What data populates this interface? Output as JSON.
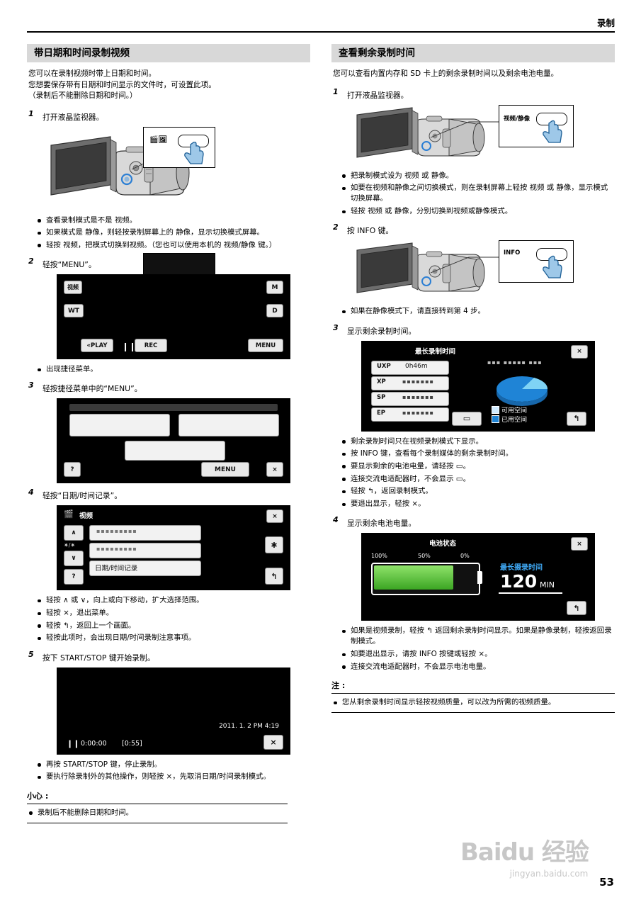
{
  "header": {
    "title": "录制",
    "page_number": "53"
  },
  "left": {
    "section_title": "带日期和时间录制视频",
    "intro": [
      "您可以在录制视频时带上日期和时间。",
      "您想要保存带有日期和时间显示的文件时，可设置此项。",
      "（录制后不能删除日期和时间。）"
    ],
    "steps": [
      {
        "num": "1",
        "text": "打开液晶监视器。"
      },
      {
        "num": "2",
        "text": "轻按“MENU”。"
      },
      {
        "num": "3",
        "text": "轻按捷径菜单中的“MENU”。"
      },
      {
        "num": "4",
        "text": "轻按“日期/时间记录”。"
      },
      {
        "num": "5",
        "text": "按下 START/STOP 键开始录制。"
      }
    ],
    "bullets_after_1": [
      "查看录制模式是不是 视频。",
      "如果模式是 静像，则轻按录制屏幕上的 静像，显示切换模式屏幕。",
      "轻按 视频，把模式切换到视频。（您也可以使用本机的 视频/静像 键。）"
    ],
    "bullets_after_2": [
      "出现捷径菜单。"
    ],
    "bullets_after_4": [
      "轻按 ∧ 或 ∨，向上或向下移动，扩大选择范围。",
      "轻按 ×，退出菜单。",
      "轻按 ↰，返回上一个画面。",
      "轻按此项时，会出现日期/时间录制注意事项。"
    ],
    "bullets_after_5": [
      "再按 START/STOP 键，停止录制。",
      "要执行除录制外的其他操作，则轻按 ×，先取消日期/时间录制模式。"
    ],
    "caution_head": "小心 :",
    "caution_items": [
      "录制后不能删除日期和时间。"
    ],
    "screen2": {
      "icon_video": "视频",
      "btn_m": "M",
      "btn_wt": "WT",
      "btn_d": "D",
      "btn_play": "«PLAY",
      "btn_rec": "REC",
      "btn_menu": "MENU"
    },
    "screen3": {
      "btn_menu": "MENU",
      "btn_help": "?",
      "btn_close": "×"
    },
    "screen4": {
      "title": "视频",
      "btn_close": "×",
      "btn_up": "∧",
      "btn_down": "∨",
      "btn_help": "?",
      "btn_gear": "✱",
      "btn_back": "↰",
      "btn_star": "✷/✷",
      "item_selected": "日期/时间记录",
      "dots": "▪▪▪▪▪▪▪▪▪"
    },
    "screen5": {
      "timestamp": "2011. 1. 2   PM 4:19",
      "rec_time": "0:00:00",
      "remaining": "[0:55]",
      "close": "×"
    }
  },
  "right": {
    "section_title": "查看剩余录制时间",
    "intro": [
      "您可以查看内置内存和 SD 卡上的剩余录制时间以及剩余电池电量。"
    ],
    "steps": [
      {
        "num": "1",
        "text": "打开液晶监视器。"
      },
      {
        "num": "2",
        "text": "按 INFO 键。"
      },
      {
        "num": "3",
        "text": "显示剩余录制时间。"
      },
      {
        "num": "4",
        "text": "显示剩余电池电量。"
      }
    ],
    "bullets_after_1": [
      "把录制模式设为 视频 或 静像。",
      "如要在视频和静像之间切换模式，则在录制屏幕上轻按 视频 或 静像，显示模式切换屏幕。",
      "轻按 视频 或 静像，分别切换到视频或静像模式。"
    ],
    "bullets_after_2": [
      "如果在静像模式下，请直接转到第 4 步。"
    ],
    "bullets_after_3": [
      "剩余录制时间只在视频录制模式下显示。",
      "按 INFO 键，查看每个录制媒体的剩余录制时间。",
      "要显示剩余的电池电量，请轻按 ▭。",
      "连接交流电适配器时，不会显示 ▭。",
      "轻按 ↰，返回录制模式。",
      "要退出显示，轻按 ×。"
    ],
    "bullets_after_4": [
      "如果是视频录制，轻按 ↰ 返回剩余录制时间显示。如果是静像录制，轻按返回录制模式。",
      "如要退出显示，请按 INFO 按键或轻按 ×。",
      "连接交流电适配器时，不会显示电池电量。"
    ],
    "note_head": "注 :",
    "note_items": [
      "您从剩余录制时间显示轻按视频质量，可以改为所需的视频质量。"
    ],
    "callout_mode_label": "视频/静像",
    "callout_info_label": "INFO",
    "screen3": {
      "title": "最长录制时间",
      "close": "×",
      "rows": [
        {
          "label": "UXP",
          "value": "0h46m"
        },
        {
          "label": "XP",
          "value": "▪▪▪▪▪▪▪"
        },
        {
          "label": "SP",
          "value": "▪▪▪▪▪▪▪"
        },
        {
          "label": "EP",
          "value": "▪▪▪▪▪▪▪"
        }
      ],
      "legend": [
        "可用空间",
        "已用空间"
      ],
      "top_dots": "▪▪▪ ▪▪▪▪▪ ▪▪▪",
      "btn_battery": "▭",
      "btn_back": "↰"
    },
    "screen4": {
      "title": "电池状态",
      "close": "×",
      "scale": [
        "100%",
        "50%",
        "0%"
      ],
      "label": "最长摄录时间",
      "value": "120",
      "unit": "MIN",
      "btn_back": "↰"
    }
  },
  "watermark": {
    "line1": "Baidu 经验",
    "line2": "jingyan.baidu.com"
  }
}
